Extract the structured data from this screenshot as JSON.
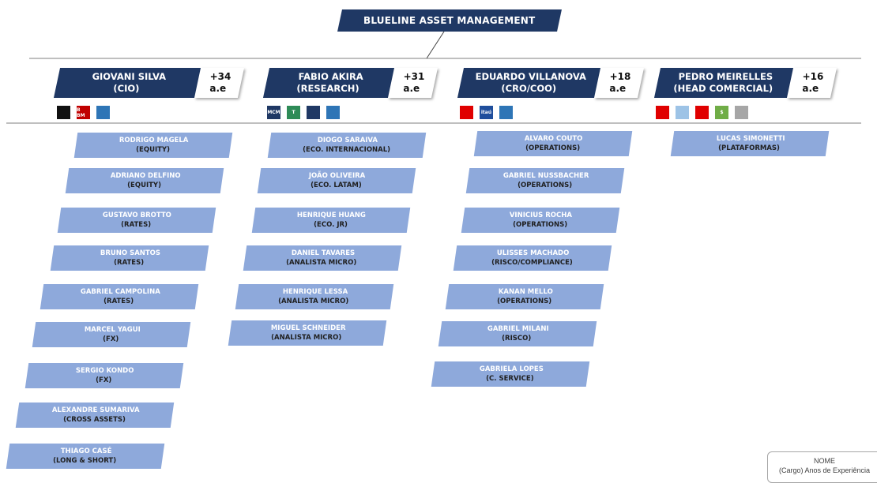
{
  "title": "BLUELINE ASSET MANAGEMENT",
  "legend": {
    "line1": "NOME",
    "line2": "(Cargo) Anos de Experiência"
  },
  "columns": [
    {
      "leader": {
        "name": "GIOVANI SILVA",
        "role": "(CIO)",
        "exp_value": "+34",
        "exp_unit": "a.e"
      },
      "logos": [
        {
          "icon": "fan-logo-icon",
          "color": "#111111",
          "text": ""
        },
        {
          "icon": "bbm-logo-icon",
          "color": "#c00000",
          "text": "B BM"
        },
        {
          "icon": "bank-logo-icon",
          "color": "#2e75b6",
          "text": ""
        }
      ],
      "members": [
        {
          "name": "RODRIGO MAGELA",
          "role": "(EQUITY)"
        },
        {
          "name": "ADRIANO DELFINO",
          "role": "(EQUITY)"
        },
        {
          "name": "GUSTAVO BROTTO",
          "role": "(RATES)"
        },
        {
          "name": "BRUNO SANTOS",
          "role": "(RATES)"
        },
        {
          "name": "GABRIEL CAMPOLINA",
          "role": "(RATES)"
        },
        {
          "name": "MARCEL YAGUI",
          "role": "(FX)"
        },
        {
          "name": "SERGIO KONDO",
          "role": "(FX)"
        },
        {
          "name": "ALEXANDRE SUMARIVA",
          "role": "(CROSS ASSETS)"
        },
        {
          "name": "THIAGO CASÉ",
          "role": "(LONG & SHORT)"
        }
      ]
    },
    {
      "leader": {
        "name": "FABIO AKIRA",
        "role": "(RESEARCH)",
        "exp_value": "+31",
        "exp_unit": "a.e"
      },
      "logos": [
        {
          "icon": "mcm-logo-icon",
          "color": "#1f3864",
          "text": "MCM"
        },
        {
          "icon": "tt-logo-icon",
          "color": "#2e8b57",
          "text": "T"
        },
        {
          "icon": "bank-logo-icon",
          "color": "#1f3864",
          "text": ""
        },
        {
          "icon": "bank-logo-icon",
          "color": "#2e75b6",
          "text": ""
        }
      ],
      "members": [
        {
          "name": "DIOGO SARAIVA",
          "role": "(ECO. INTERNACIONAL)"
        },
        {
          "name": "JOÃO OLIVEIRA",
          "role": "(ECO. LATAM)"
        },
        {
          "name": "HENRIQUE HUANG",
          "role": "(ECO. JR)"
        },
        {
          "name": "DANIEL TAVARES",
          "role": "(ANALISTA MICRO)"
        },
        {
          "name": "HENRIQUE LESSA",
          "role": "(ANALISTA MICRO)"
        },
        {
          "name": "MIGUEL SCHNEIDER",
          "role": "(ANALISTA MICRO)"
        }
      ]
    },
    {
      "leader": {
        "name": "EDUARDO VILLANOVA",
        "role": "(CRO/COO)",
        "exp_value": "+18",
        "exp_unit": "a.e"
      },
      "logos": [
        {
          "icon": "santander-logo-icon",
          "color": "#e00000",
          "text": ""
        },
        {
          "icon": "itau-logo-icon",
          "color": "#1f4e9c",
          "text": "itaú"
        },
        {
          "icon": "bank-logo-icon",
          "color": "#2e75b6",
          "text": ""
        }
      ],
      "members": [
        {
          "name": "ALVARO COUTO",
          "role": "(OPERATIONS)"
        },
        {
          "name": "GABRIEL NUSSBACHER",
          "role": "(OPERATIONS)"
        },
        {
          "name": "VINICIUS ROCHA",
          "role": "(OPERATIONS)"
        },
        {
          "name": "ULISSES MACHADO",
          "role": "(RISCO/COMPLIANCE)"
        },
        {
          "name": "KANAN MELLO",
          "role": "(OPERATIONS)"
        },
        {
          "name": "GABRIEL MILANI",
          "role": "(RISCO)"
        },
        {
          "name": "GABRIELA LOPES",
          "role": "(C. SERVICE)"
        }
      ]
    },
    {
      "leader": {
        "name": "PEDRO MEIRELLES",
        "role": "(HEAD COMERCIAL)",
        "exp_value": "+16",
        "exp_unit": "a.e"
      },
      "logos": [
        {
          "icon": "santander-flame-logo-icon",
          "color": "#e00000",
          "text": ""
        },
        {
          "icon": "small-bank-logo-icon",
          "color": "#9dc3e6",
          "text": ""
        },
        {
          "icon": "santander-logo-icon",
          "color": "#e00000",
          "text": ""
        },
        {
          "icon": "dollar-logo-icon",
          "color": "#70ad47",
          "text": "$"
        },
        {
          "icon": "bank-logo-icon",
          "color": "#a6a6a6",
          "text": ""
        }
      ],
      "members": [
        {
          "name": "LUCAS SIMONETTI",
          "role": "(PLATAFORMAS)"
        }
      ]
    }
  ]
}
